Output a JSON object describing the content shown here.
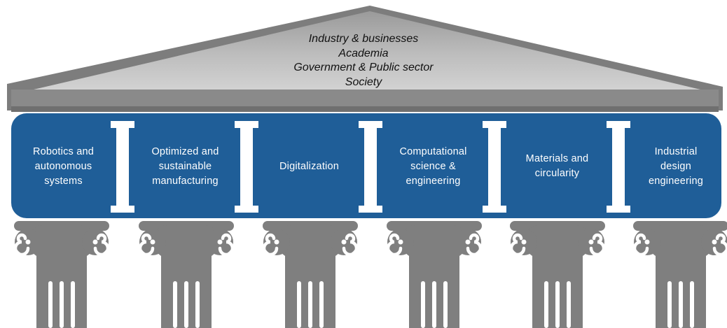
{
  "roof": {
    "lines": [
      "Industry & businesses",
      "Academia",
      "Government & Public sector",
      "Society"
    ]
  },
  "pillars": [
    {
      "label": "Robotics and\nautonomous\nsystems"
    },
    {
      "label": "Optimized and\nsustainable\nmanufacturing"
    },
    {
      "label": "Digitalization"
    },
    {
      "label": "Computational\nscience &\nengineering"
    },
    {
      "label": "Materials and\ncircularity"
    },
    {
      "label": "Industrial\ndesign\nengineering"
    }
  ],
  "colors": {
    "roof_light": "#c8c8c8",
    "roof_dark": "#7b7b7b",
    "beam": "#1f5e98",
    "pillar_box": "#0b5394",
    "column": "#7f7f7f"
  }
}
